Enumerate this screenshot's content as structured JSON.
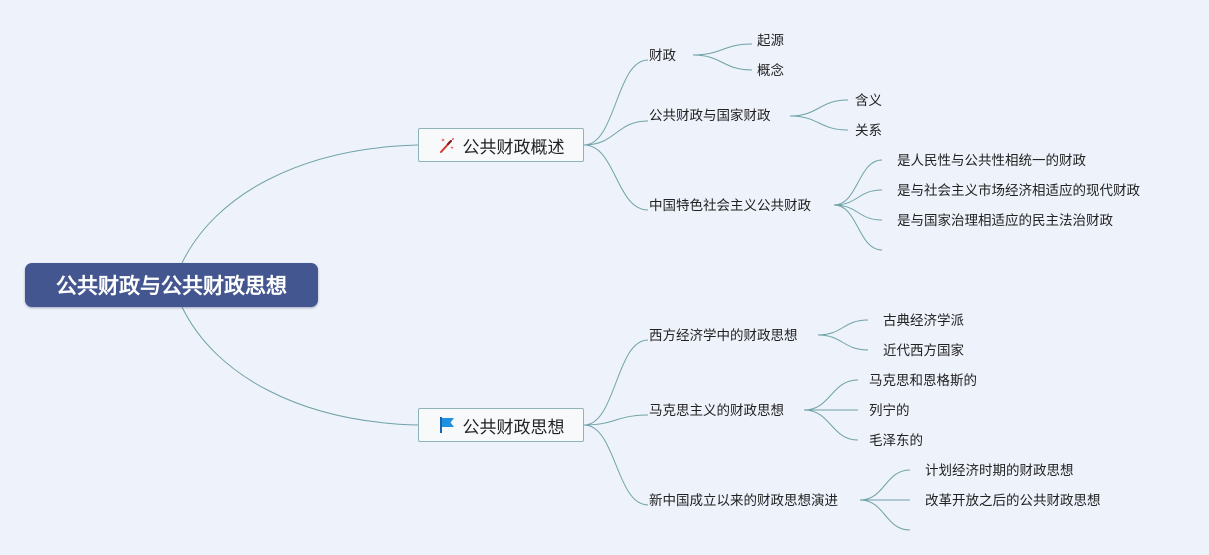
{
  "mindmap": {
    "root": "公共财政与公共财政思想",
    "branches": [
      {
        "label": "公共财政概述",
        "icon": "magic-wand-icon",
        "children": [
          {
            "label": "财政",
            "children": [
              "起源",
              "概念"
            ]
          },
          {
            "label": "公共财政与国家财政",
            "children": [
              "含义",
              "关系"
            ]
          },
          {
            "label": "中国特色社会主义公共财政",
            "children": [
              "是人民性与公共性相统一的财政",
              "是与社会主义市场经济相适应的现代财政",
              "是与国家治理相适应的民主法治财政",
              ""
            ]
          }
        ]
      },
      {
        "label": "公共财政思想",
        "icon": "flag-icon",
        "children": [
          {
            "label": "西方经济学中的财政思想",
            "children": [
              "古典经济学派",
              "近代西方国家"
            ]
          },
          {
            "label": "马克思主义的财政思想",
            "children": [
              "马克思和恩格斯的",
              "列宁的",
              "毛泽东的"
            ]
          },
          {
            "label": "新中国成立以来的财政思想演进",
            "children": [
              "计划经济时期的财政思想",
              "改革开放之后的公共财政思想",
              ""
            ]
          }
        ]
      }
    ]
  },
  "colors": {
    "background": "#eef2fb",
    "root_fill": "#44568f",
    "connector": "#6fa3a6",
    "node_border": "#8fb4b8",
    "wand_accent": "#d9342b",
    "flag_accent": "#1f8fe0"
  }
}
